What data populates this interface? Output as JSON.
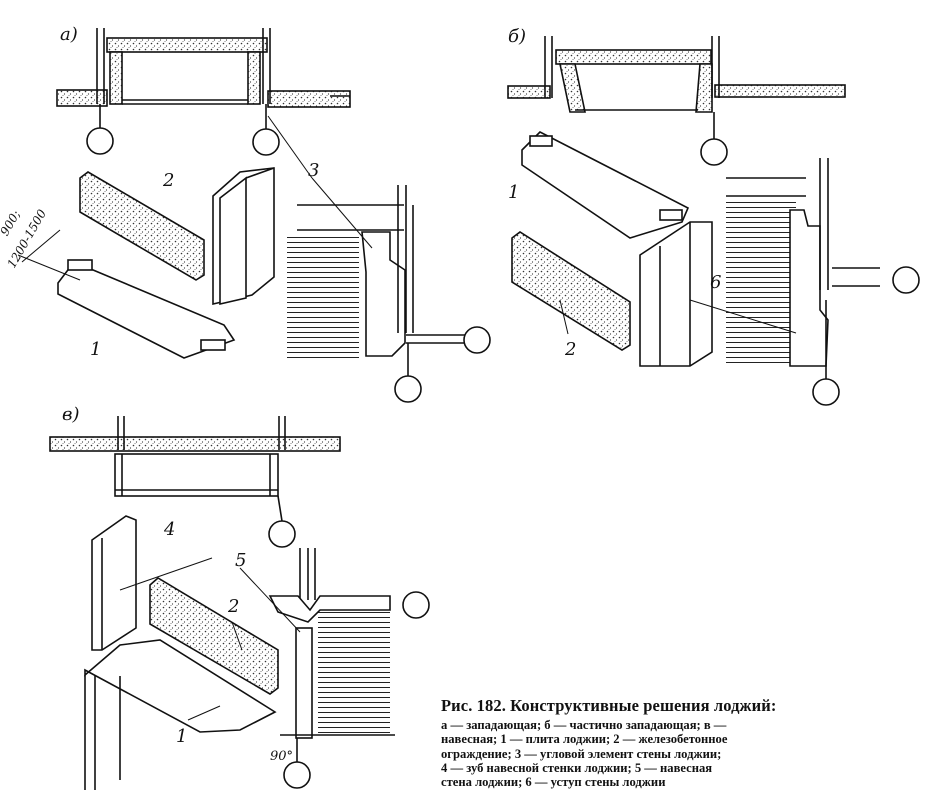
{
  "figure": {
    "panels": [
      {
        "key": "a",
        "letter": "а)"
      },
      {
        "key": "b",
        "letter": "б)"
      },
      {
        "key": "v",
        "letter": "в)"
      }
    ],
    "labels": {
      "a_1": "1",
      "a_2": "2",
      "a_3": "3",
      "a_dim1": "900;",
      "a_dim2": "1200-1500",
      "b_1": "1",
      "b_2": "2",
      "b_6": "6",
      "v_1": "1",
      "v_2": "2",
      "v_4": "4",
      "v_5": "5",
      "v_angle": "90°"
    },
    "caption": {
      "title": "Рис. 182. Конструктивные решения лоджий:",
      "lines": [
        "а — западающая; б — частично западающая; в —",
        "навесная; 1 — плита лоджии; 2 — железобетонное",
        "ограждение; 3 — угловой элемент стены лоджии;",
        "4 — зуб навесной стенки лоджии; 5 — навесная",
        "стена лоджии; 6 — уступ стены лоджии"
      ]
    }
  }
}
